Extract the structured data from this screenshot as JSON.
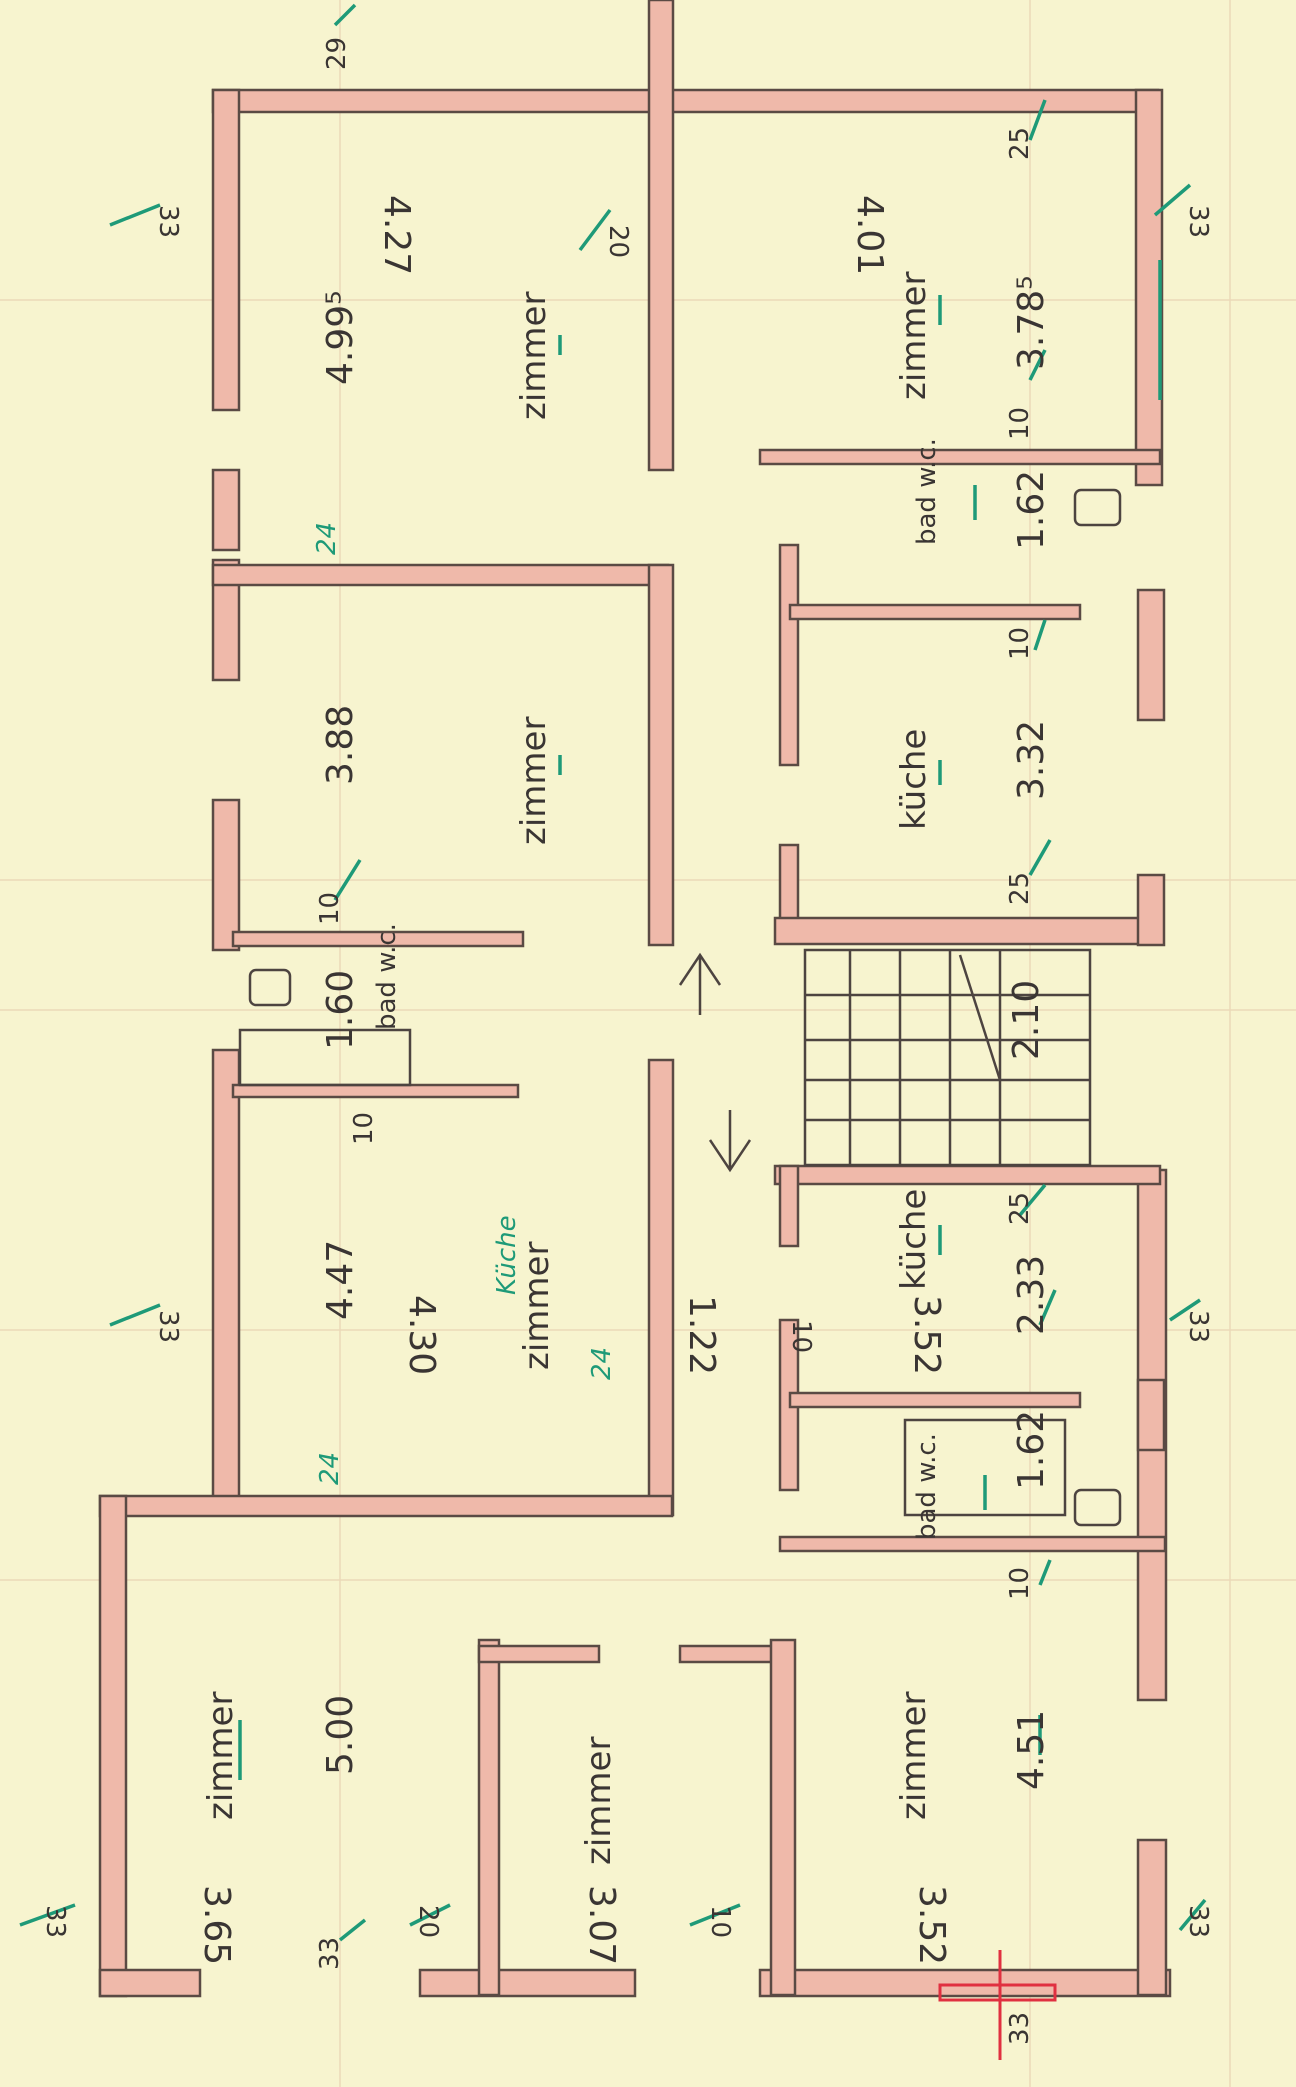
{
  "colors": {
    "paper": "#f7f4cf",
    "wall": "#efb9aa",
    "ink": "#3a3533",
    "checkmark": "#1e9a78",
    "correction": "#e03040"
  },
  "rooms": {
    "r1": {
      "name": "zimmer",
      "width": "4.99⁵",
      "depth": "4.27"
    },
    "r2": {
      "name": "zimmer",
      "width": "3.78⁵",
      "depth": "4.01"
    },
    "r3": {
      "name": "bad w.c.",
      "width": "1.62"
    },
    "r4": {
      "name": "zimmer",
      "width": "3.88"
    },
    "r5": {
      "name": "küche",
      "width": "3.32"
    },
    "r6": {
      "name": "bad w.c.",
      "width": "1.60"
    },
    "r7": {
      "name": "zimmer",
      "annotation": "Küche",
      "width": "4.47",
      "depth": "4.30"
    },
    "r8": {
      "name": "küche",
      "width": "2.33",
      "depth": "3.52"
    },
    "r9": {
      "name": "bad w.c.",
      "width": "1.62"
    },
    "r10": {
      "name": "zimmer",
      "width": "5.00",
      "depth": "3.65"
    },
    "r11": {
      "name": "zimmer",
      "depth": "3.07"
    },
    "r12": {
      "name": "zimmer",
      "width": "4.51",
      "depth": "3.52"
    },
    "stair": {
      "width": "2.10"
    },
    "corridor": {
      "width": "1.22"
    }
  },
  "walls": {
    "w33": "33",
    "w29": "29",
    "w25": "25",
    "w24": "24",
    "w20": "20",
    "w10": "10"
  }
}
